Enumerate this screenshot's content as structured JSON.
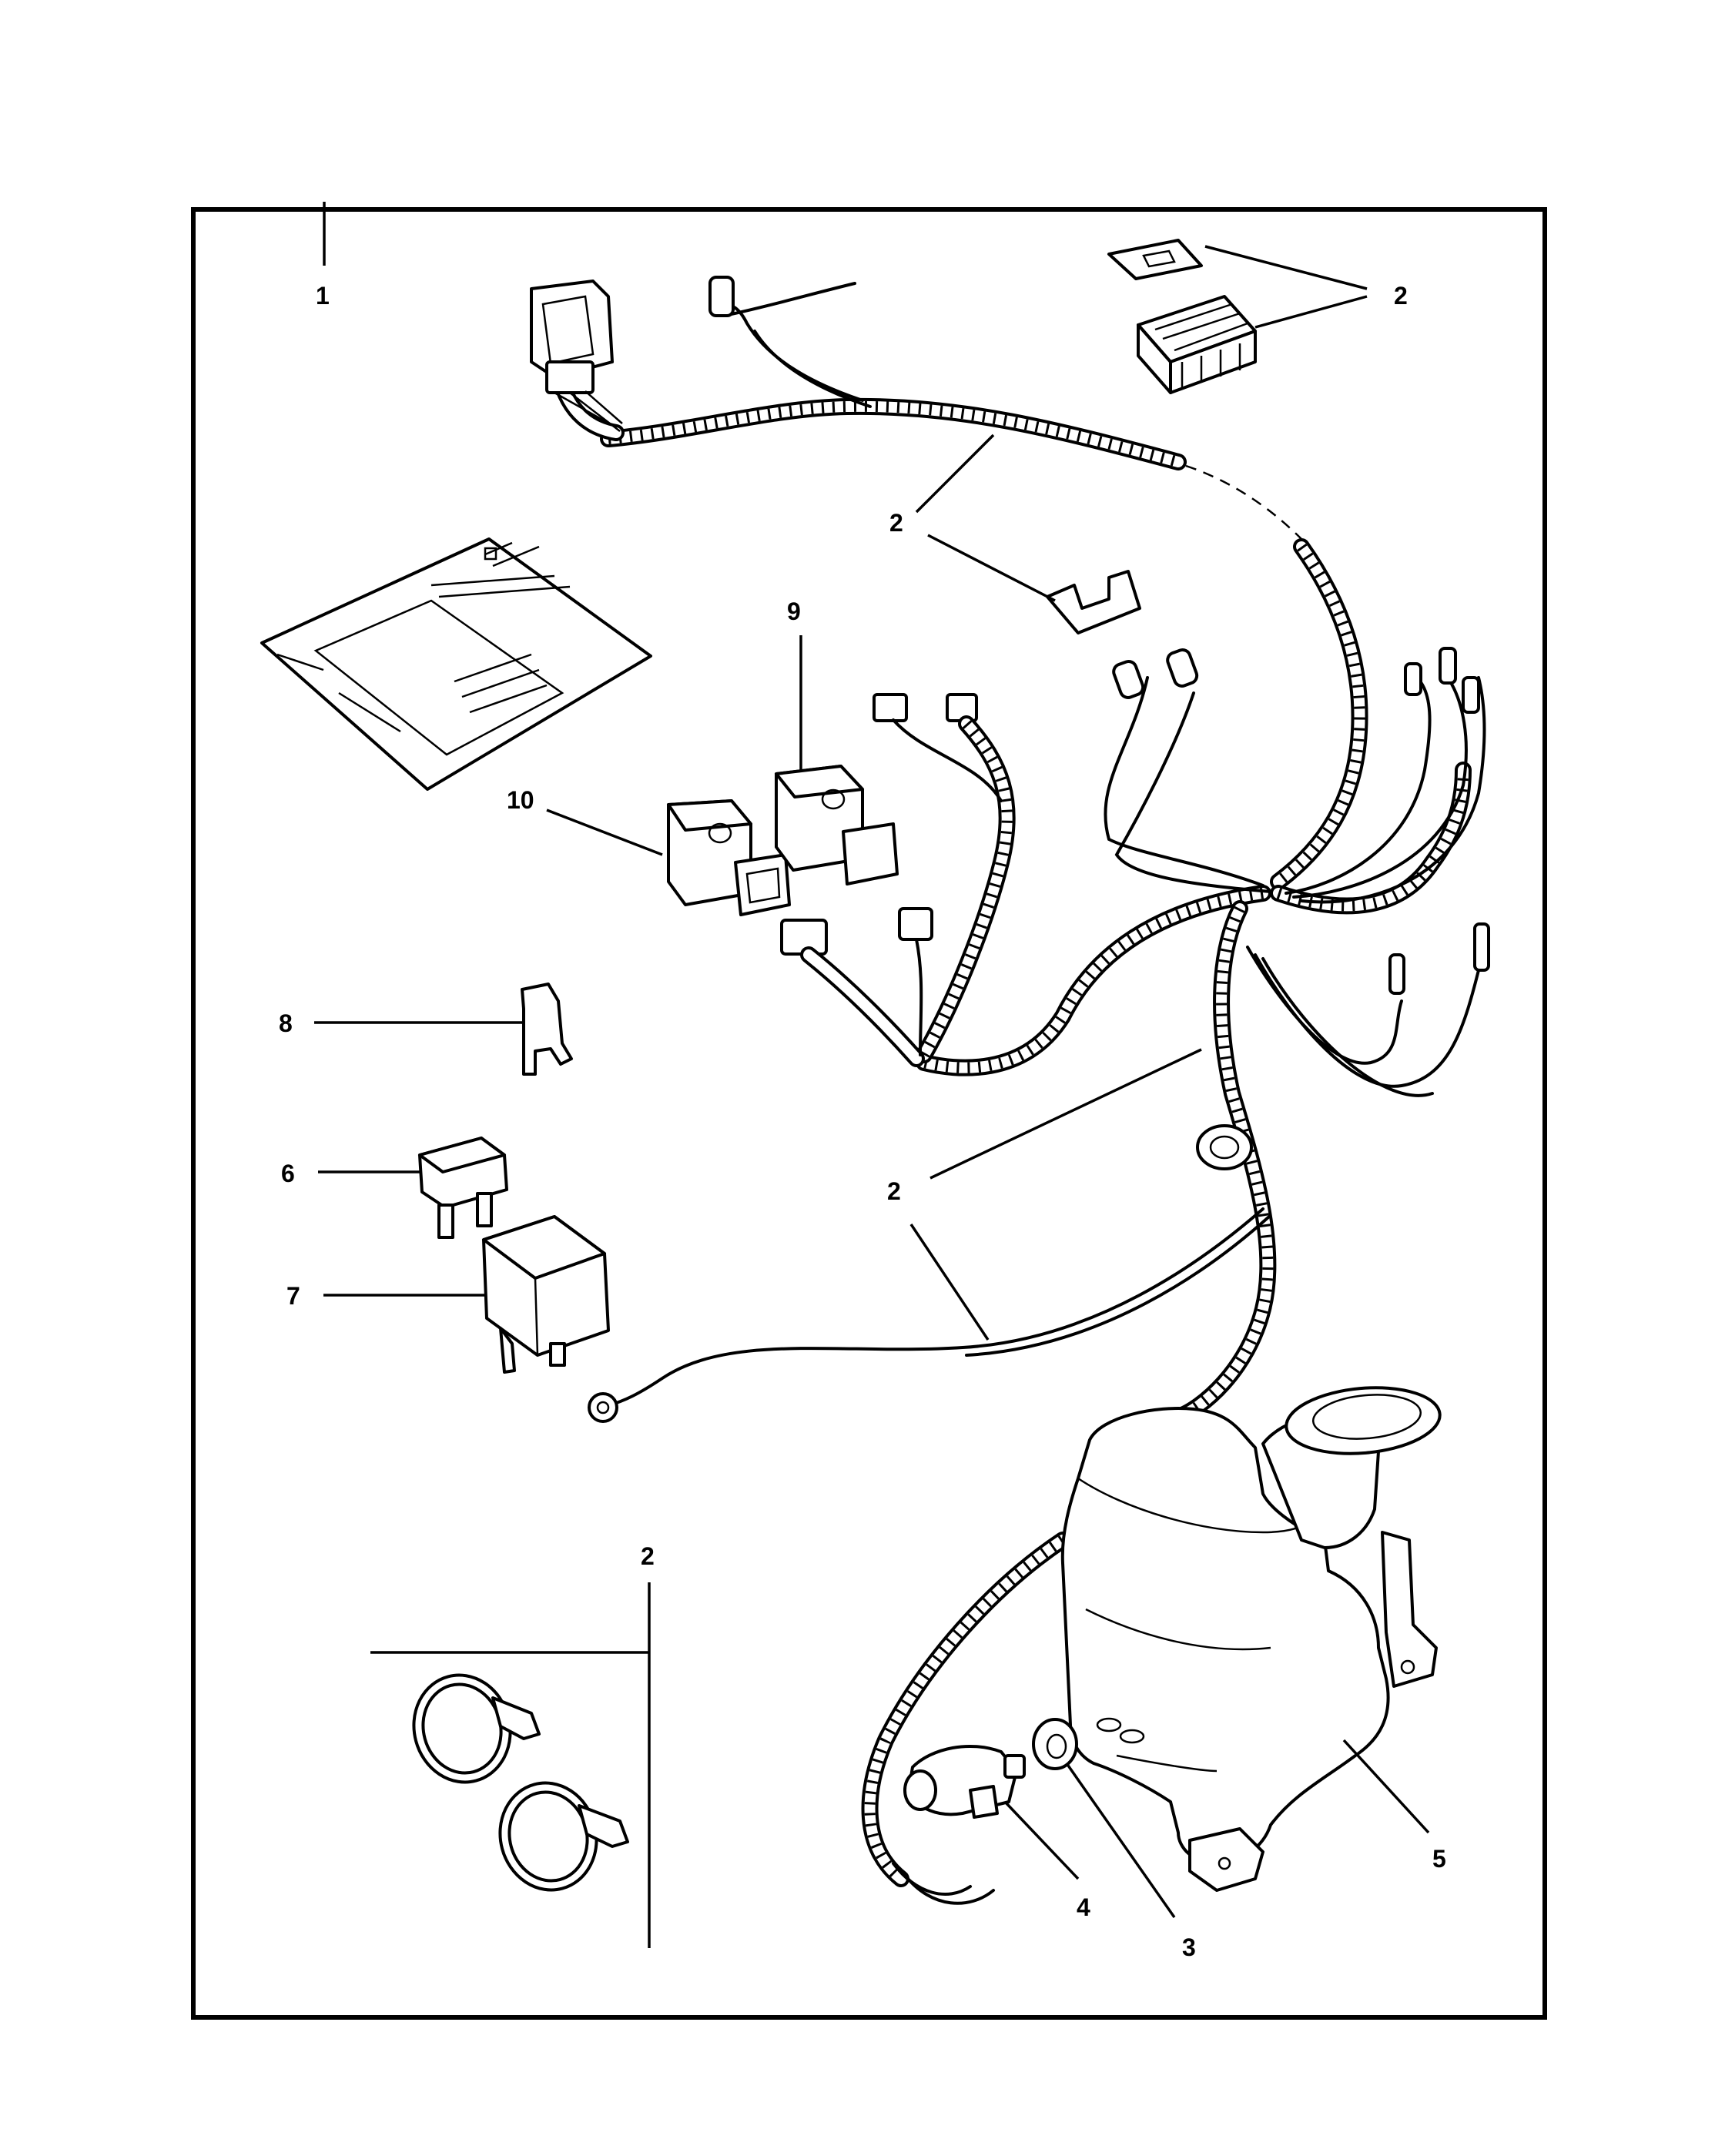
{
  "callouts": {
    "c1": "1",
    "c2a": "2",
    "c2b": "2",
    "c2c": "2",
    "c2d": "2",
    "c3": "3",
    "c4": "4",
    "c5": "5",
    "c6": "6",
    "c7": "7",
    "c8": "8",
    "c9": "9",
    "c10": "10"
  }
}
